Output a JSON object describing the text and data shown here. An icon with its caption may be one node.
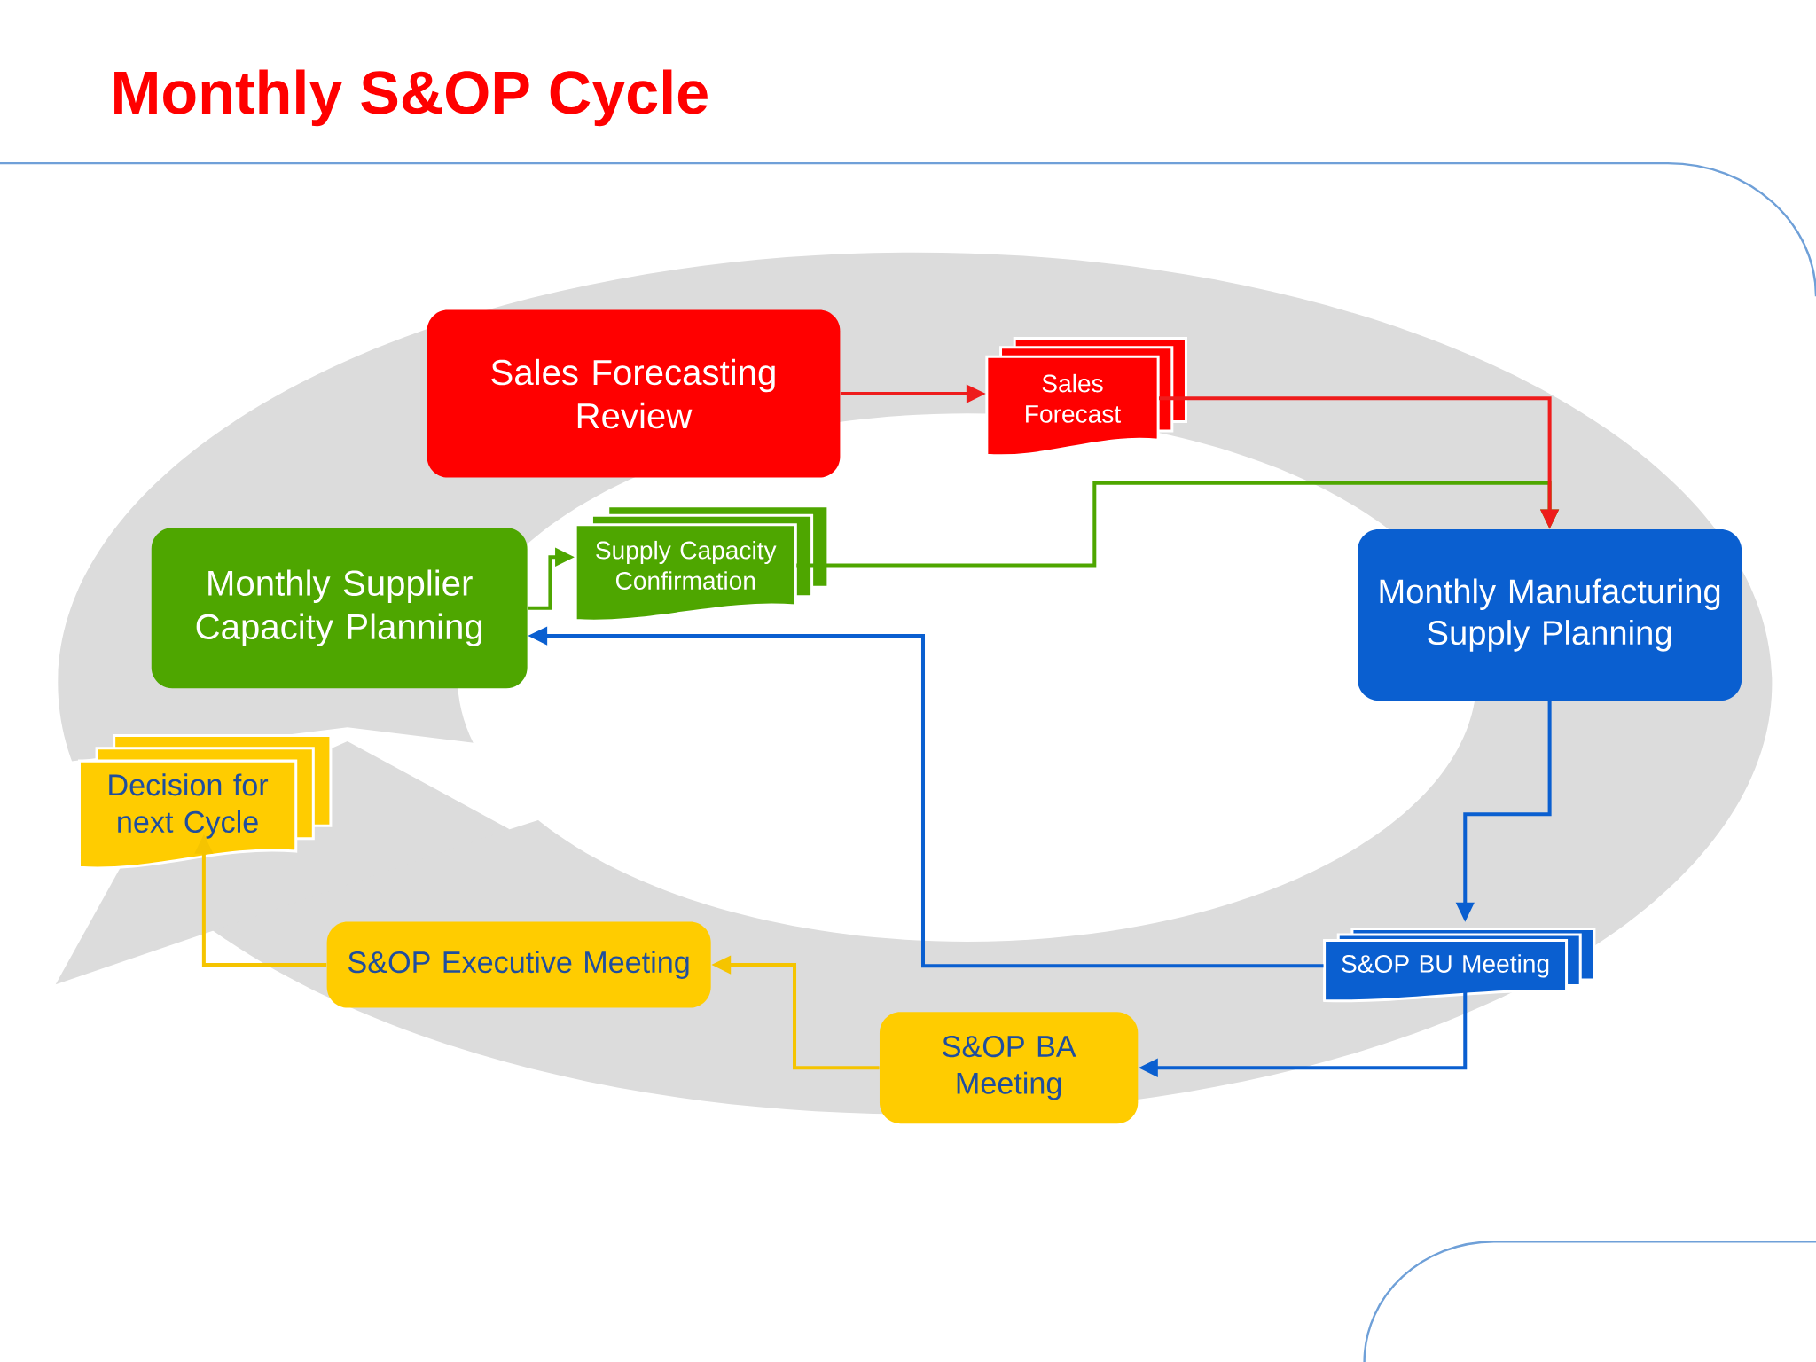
{
  "diagram": {
    "title": "Monthly S&OP Cycle",
    "nodes": [
      {
        "text": [
          "Sales Forecasting Review"
        ]
      },
      {
        "text": [
          "Sales Forecast"
        ]
      },
      {
        "text": [
          "Monthly Manufacturing Supply Planning"
        ]
      },
      {
        "text": [
          "Supply Capacity Confirmation"
        ]
      },
      {
        "text": [
          "Monthly Supplier Capacity Planning"
        ]
      },
      {
        "text": [
          "S&OP BU Meeting"
        ]
      },
      {
        "text": [
          "S&OP BA Meeting"
        ]
      },
      {
        "text": [
          "S&OP Executive Meeting"
        ]
      },
      {
        "text": [
          "Decision for next Cycle"
        ]
      }
    ],
    "edges": [
      {
        "from": 0,
        "to": 1,
        "arrow": "to",
        "color": "#ee1c1c"
      },
      {
        "from": 1,
        "to": 2,
        "arrow": "to",
        "color": "#ee1c1c"
      },
      {
        "from": 3,
        "to": 2,
        "arrow": "to",
        "color": "#4ea600"
      },
      {
        "from": 4,
        "to": 3,
        "arrow": "to",
        "color": "#4ea600"
      },
      {
        "from": 2,
        "to": 5,
        "arrow": "to",
        "color": "#0a5fd0"
      },
      {
        "from": 5,
        "to": 4,
        "arrow": "to",
        "color": "#0a5fd0"
      },
      {
        "from": 5,
        "to": 6,
        "arrow": "to",
        "color": "#0a5fd0"
      },
      {
        "from": 6,
        "to": 7,
        "arrow": "to",
        "color": "#f5c400"
      },
      {
        "from": 7,
        "to": 8,
        "arrow": "to",
        "color": "#f5c400"
      }
    ]
  }
}
